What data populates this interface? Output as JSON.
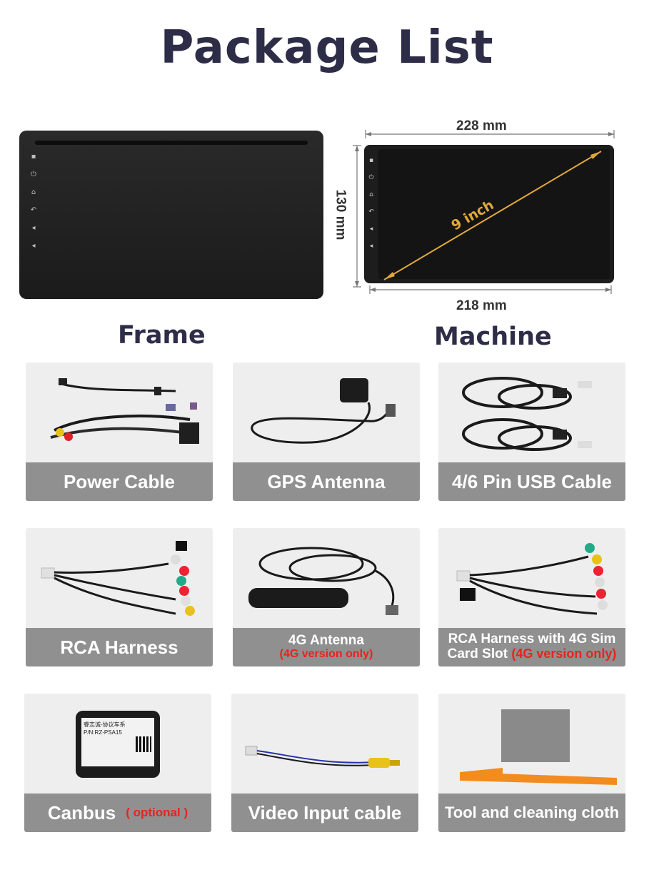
{
  "title": "Package List",
  "frame_label": "Frame",
  "machine_label": "Machine",
  "dimensions": {
    "width_top": "228 mm",
    "width_bottom": "218 mm",
    "height": "130 mm",
    "diagonal": "9 inch"
  },
  "items": [
    {
      "label": "Power Cable"
    },
    {
      "label": "GPS Antenna"
    },
    {
      "label": "4/6 Pin USB Cable"
    },
    {
      "label": "RCA Harness"
    },
    {
      "label": "4G Antenna",
      "note": "(4G version only)"
    },
    {
      "label_line1": "RCA Harness with 4G Sim",
      "label_line2": "Card Slot",
      "note": "(4G version only)"
    },
    {
      "label": "Canbus",
      "note": "( optional )"
    },
    {
      "label": "Video Input cable"
    },
    {
      "label": "Tool and cleaning cloth"
    }
  ],
  "canbus_box": {
    "line1": "睿志诚-协议车系",
    "line2": "P/N:RZ-PSA15"
  },
  "colors": {
    "title": "#2e2d48",
    "band": "#909090",
    "note_red": "#e8231e",
    "diagonal": "#e0a83a"
  }
}
